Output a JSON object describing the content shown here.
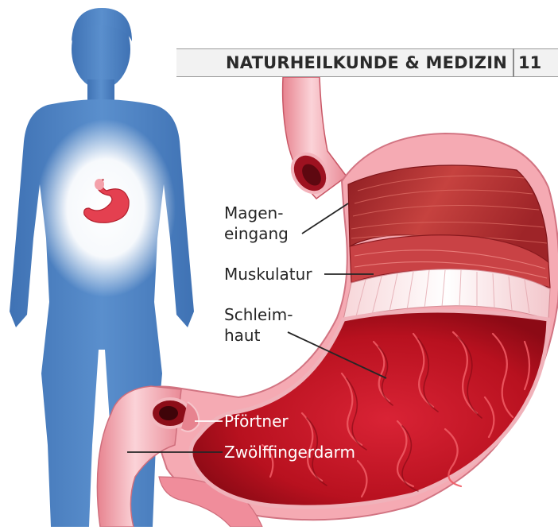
{
  "header": {
    "title": "NATURHEILKUNDE & MEDIZIN",
    "page_number": "11"
  },
  "labels": {
    "mageneingang": [
      "Magen-",
      "eingang"
    ],
    "muskulatur": "Muskulatur",
    "schleimhaut": [
      "Schleim-",
      "haut"
    ],
    "pfoertner": "Pförtner",
    "zwoelffingerdarm": "Zwölffingerdarm"
  },
  "colors": {
    "silhouette": "#4b7fbf",
    "stomach_outer": "#f2a3ad",
    "stomach_inner": "#c8192b",
    "muscle": "#b52a2f"
  }
}
